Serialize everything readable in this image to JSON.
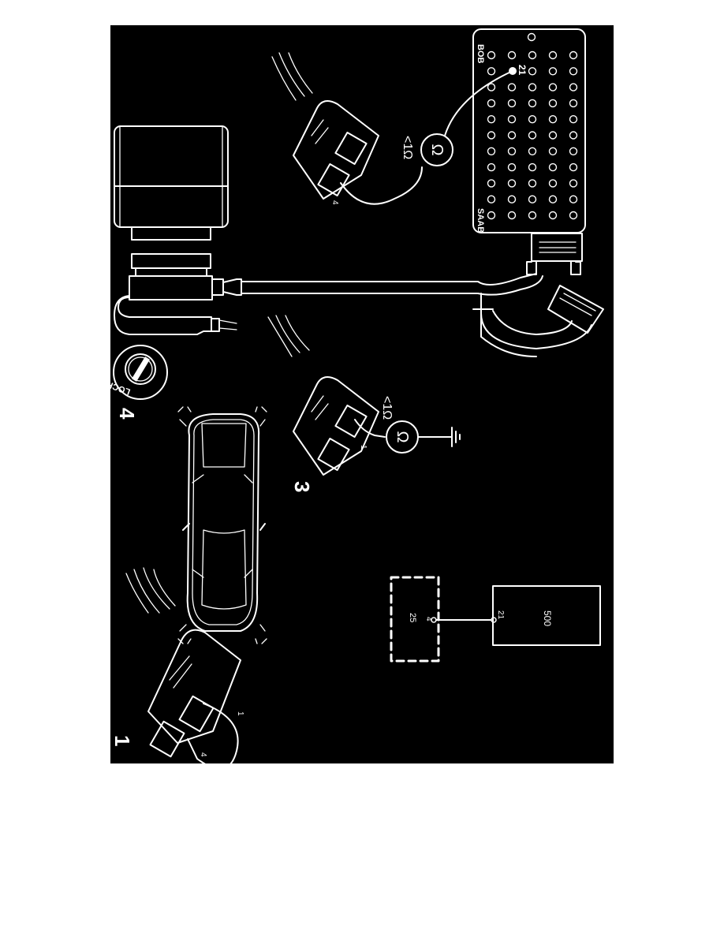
{
  "diagram": {
    "orientation": "rotated 90 degrees clockwise",
    "colors": {
      "background": "#000000",
      "line": "#ffffff",
      "page": "#ffffff"
    },
    "steps": [
      {
        "number": "1",
        "description": "connector with jumper between pins",
        "pin_labels": [
          "4",
          "1"
        ]
      },
      {
        "number": "3",
        "description": "resistance measurement pin to ground",
        "pin_label": "1",
        "meter_symbol": "Ω",
        "reading": "<1Ω"
      },
      {
        "number": "4",
        "description": "ignition lock",
        "lock_label": "LOCK"
      }
    ],
    "bob_panel": {
      "brand_label": "SAAB",
      "name_label": "BOB",
      "highlighted_pin": "21",
      "rows": 11,
      "cols": 5
    },
    "bob_measurement": {
      "pin_label": "4",
      "meter_symbol": "Ω",
      "reading": "<1Ω"
    },
    "schematic": {
      "component_a": {
        "label": "25",
        "pin": "4",
        "style": "dashed"
      },
      "component_b": {
        "label": "500",
        "pin": "21",
        "style": "solid"
      }
    }
  }
}
